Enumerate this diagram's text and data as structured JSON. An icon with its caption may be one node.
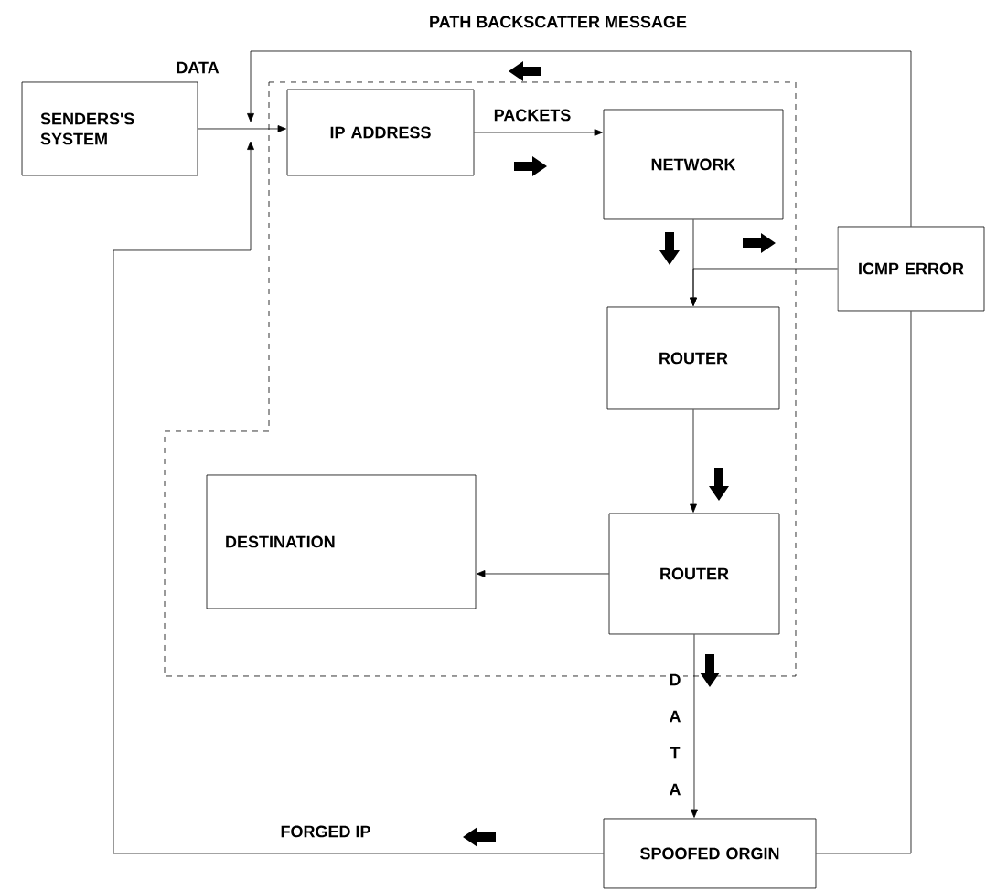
{
  "diagram": {
    "nodes": [
      {
        "text": [
          "SENDERS'S SYSTEM"
        ]
      },
      {
        "text": [
          "IP ADDRESS"
        ]
      },
      {
        "text": [
          "NETWORK"
        ]
      },
      {
        "text": [
          "ICMP ERROR"
        ]
      },
      {
        "text": [
          "ROUTER"
        ]
      },
      {
        "text": [
          "DESTINATION"
        ]
      },
      {
        "text": [
          "ROUTER"
        ]
      },
      {
        "text": [
          "SPOOFED ORGIN"
        ]
      }
    ],
    "edges": [
      {
        "from": 3,
        "to": null,
        "arrow": "to",
        "label": "PATH BACKSCATTER MESSAGE"
      },
      {
        "from": 0,
        "to": 1,
        "arrow": "to",
        "label": "DATA"
      },
      {
        "from": 1,
        "to": 2,
        "arrow": "to",
        "label": "PACKETS"
      },
      {
        "from": 2,
        "to": 4,
        "arrow": "to"
      },
      {
        "from": 3,
        "to": 4,
        "arrow": "to"
      },
      {
        "from": 4,
        "to": 6,
        "arrow": "to"
      },
      {
        "from": 6,
        "to": 5,
        "arrow": "to"
      },
      {
        "from": 6,
        "to": 7,
        "arrow": "to",
        "label": "D A T A"
      },
      {
        "from": 7,
        "to": null,
        "arrow": "to",
        "label": "FORGED IP"
      },
      {
        "from": 3,
        "to": 7,
        "arrow": "none"
      }
    ]
  }
}
